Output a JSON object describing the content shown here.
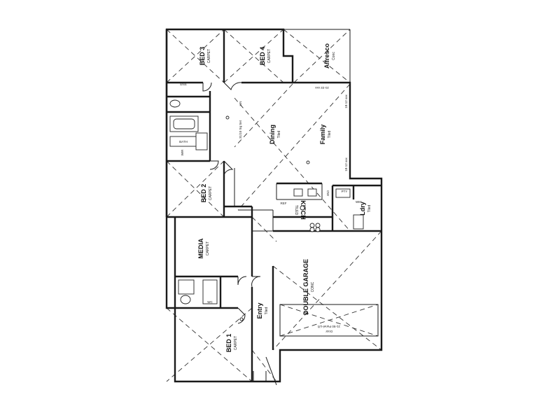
{
  "rooms": {
    "bed3": {
      "name": "BED 3",
      "floor": "CARPET"
    },
    "bed4": {
      "name": "BED 4",
      "floor": "CARPET"
    },
    "alfresco": {
      "name": "Alfresco",
      "floor": "Conc"
    },
    "dining": {
      "name": "Dining",
      "floor": "Tiled"
    },
    "family": {
      "name": "Family",
      "floor": "Tiled"
    },
    "bed2": {
      "name": "BED 2",
      "floor": "CARPET"
    },
    "kitchen": {
      "name": "KITCH",
      "floor": "TILED"
    },
    "ldry": {
      "name": "Ldry",
      "floor": "Tiled"
    },
    "media": {
      "name": "MEDIA",
      "floor": "CARPET"
    },
    "garage": {
      "name": "DOUBLE GARAGE",
      "floor": "CONC"
    },
    "entry": {
      "name": "Entry",
      "floor": "Tiled"
    },
    "bed1": {
      "name": "BED 1",
      "floor": "CARPET"
    }
  },
  "labels": {
    "wir": "WIR",
    "ens": "ENS",
    "wc": "WC",
    "bath": "BATH",
    "lin": "LIN",
    "pty": "PTY",
    "ref": "REF",
    "dw": "DW",
    "ww": "WM",
    "opening_top": "21-22 xxx",
    "opening_right": "18-12 xxx",
    "opening_lower": "18-12 xxx",
    "garage_door": "Door",
    "garage_door_size": "21-50 Panel-Lift",
    "family_ceiling": "31/10 Sq Set"
  }
}
